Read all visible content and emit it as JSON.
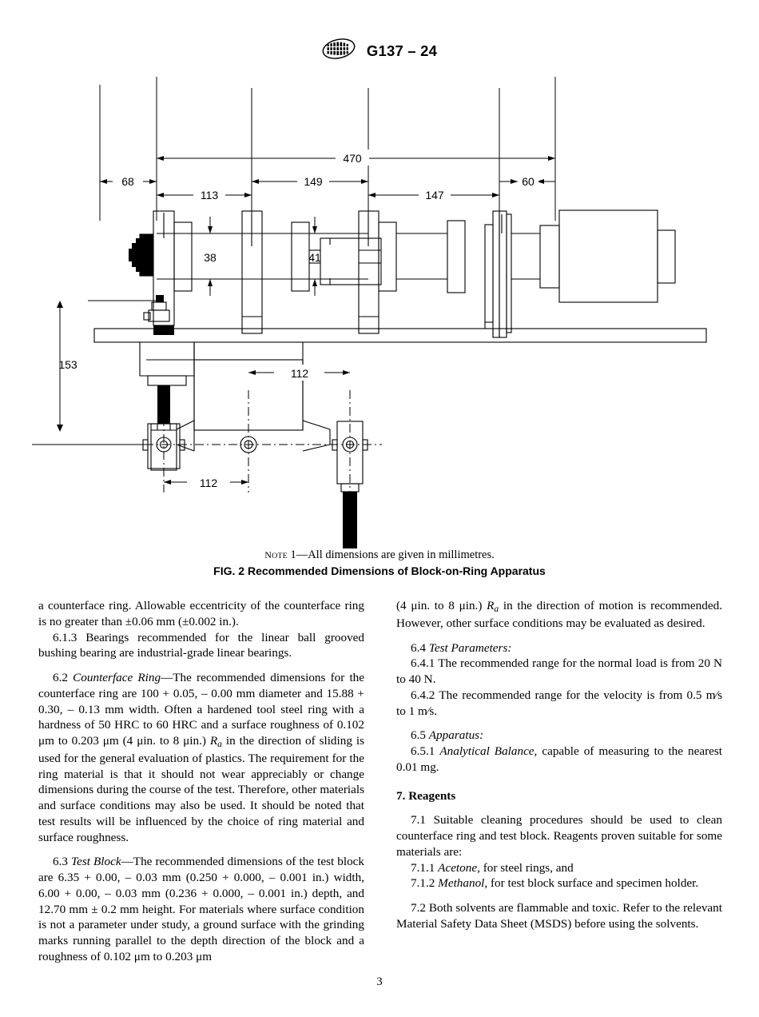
{
  "header": {
    "logo_name": "astm-logo",
    "logo_text": "ASTM",
    "designation": "G137 – 24"
  },
  "figure": {
    "note": "Note 1—All dimensions are given in millimetres.",
    "note_label": "Note",
    "note_body": " 1—All dimensions are given in millimetres.",
    "caption": "FIG. 2 Recommended Dimensions of Block-on-Ring Apparatus",
    "dimensions": {
      "overall_length": "470",
      "left_offset": "68",
      "seg_113": "113",
      "seg_149": "149",
      "seg_147": "147",
      "seg_60": "60",
      "shaft_38": "38",
      "shaft_41": "41",
      "height_153": "153",
      "arm_right_112": "112",
      "arm_left_112": "112"
    },
    "units": "millimetres"
  },
  "body": {
    "left_column": [
      {
        "id": "p-6-1-2-cont",
        "indent": false,
        "gap": false,
        "html": "a counterface ring. Allowable eccentricity of the counterface ring is no greater than ±0.06 mm (±0.002 in.)."
      },
      {
        "id": "p-6-1-3",
        "indent": true,
        "gap": false,
        "html": "6.1.3 Bearings recommended for the linear ball grooved bushing bearing are industrial-grade linear bearings."
      },
      {
        "id": "p-6-2",
        "indent": true,
        "gap": true,
        "html": "6.2 <i>Counterface Ring</i>—The recommended dimensions for the counterface ring are 100 + 0.05, – 0.00 mm diameter and 15.88 + 0.30, – 0.13 mm width. Often a hardened tool steel ring with a hardness of 50 HRC to 60 HRC and a surface roughness of 0.102 μm to 0.203 μm (4 μin. to 8 μin.) <i>R</i><span class=\"sub\">a</span> in the direction of sliding is used for the general evaluation of plastics. The requirement for the ring material is that it should not wear appreciably or change dimensions during the course of the test. Therefore, other materials and surface conditions may also be used. It should be noted that test results will be influenced by the choice of ring material and surface roughness."
      },
      {
        "id": "p-6-3",
        "indent": true,
        "gap": true,
        "html": "6.3 <i>Test Block</i>—The recommended dimensions of the test block are 6.35 + 0.00, – 0.03 mm (0.250 + 0.000, – 0.001 in.) width, 6.00 + 0.00, – 0.03 mm (0.236 + 0.000, – 0.001 in.) depth, and 12.70 mm ± 0.2 mm height. For materials where surface condition is not a parameter under study, a ground surface with the grinding marks running parallel to the depth direction of the block and a roughness of 0.102 μm to 0.203 μm"
      }
    ],
    "right_column": [
      {
        "id": "p-6-3-cont",
        "indent": false,
        "gap": false,
        "html": "(4 μin. to 8 μin.) <i>R</i><span class=\"sub\">a</span> in the direction of motion is recommended. However, other surface conditions may be evaluated as desired."
      },
      {
        "id": "p-6-4",
        "indent": true,
        "gap": true,
        "html": "6.4 <i>Test Parameters:</i>"
      },
      {
        "id": "p-6-4-1",
        "indent": true,
        "gap": false,
        "html": "6.4.1 The recommended range for the normal load is from 20 N to 40 N."
      },
      {
        "id": "p-6-4-2",
        "indent": true,
        "gap": false,
        "html": "6.4.2 The recommended range for the velocity is from 0.5 m∕s to 1 m∕s."
      },
      {
        "id": "p-6-5",
        "indent": true,
        "gap": true,
        "html": "6.5 <i>Apparatus:</i>"
      },
      {
        "id": "p-6-5-1",
        "indent": true,
        "gap": false,
        "html": "6.5.1 <i>Analytical Balance,</i> capable of measuring to the nearest 0.01 mg."
      },
      {
        "id": "h-7",
        "indent": false,
        "gap": true,
        "heading": true,
        "html": "7. Reagents"
      },
      {
        "id": "p-7-1",
        "indent": true,
        "gap": true,
        "html": "7.1 Suitable cleaning procedures should be used to clean counterface ring and test block. Reagents proven suitable for some materials are:"
      },
      {
        "id": "p-7-1-1",
        "indent": true,
        "gap": false,
        "align_left": true,
        "html": "7.1.1 <i>Acetone,</i> for steel rings, and"
      },
      {
        "id": "p-7-1-2",
        "indent": true,
        "gap": false,
        "align_left": true,
        "html": "7.1.2 <i>Methanol,</i> for test block surface and specimen holder."
      },
      {
        "id": "p-7-2",
        "indent": true,
        "gap": true,
        "html": "7.2 Both solvents are flammable and toxic. Refer to the relevant Material Safety Data Sheet (MSDS) before using the solvents."
      }
    ]
  },
  "footer": {
    "page_number": "3"
  }
}
